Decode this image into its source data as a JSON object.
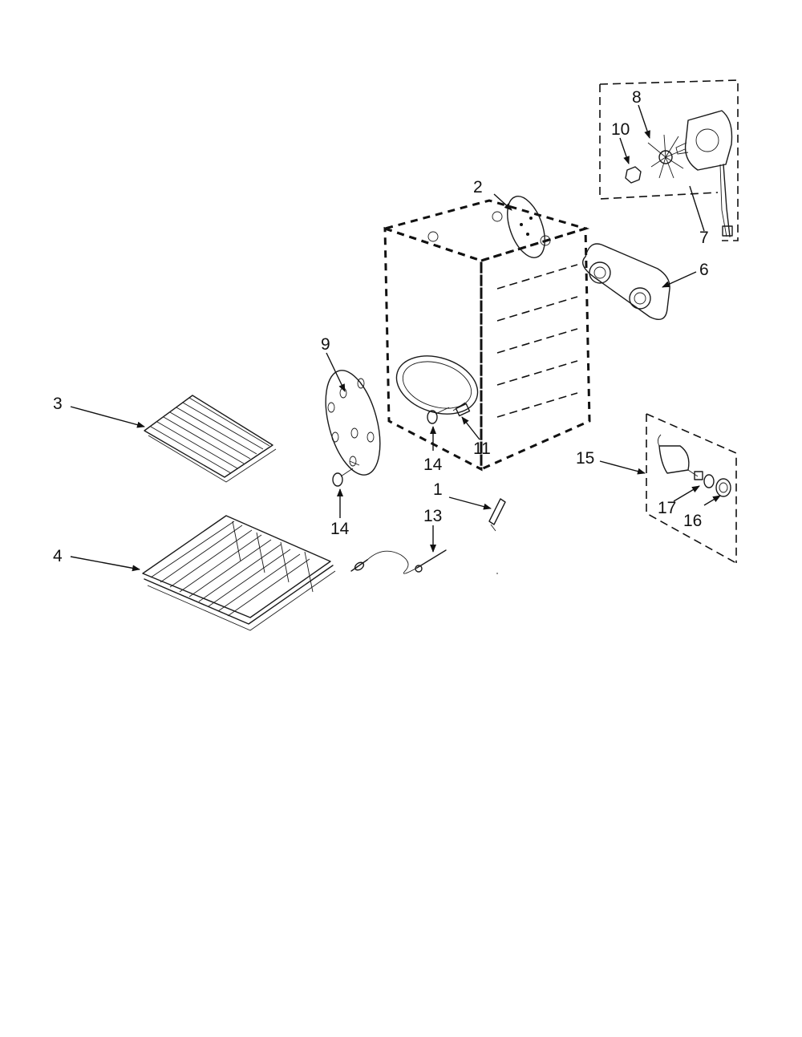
{
  "diagram": {
    "callouts": {
      "c1": "1",
      "c2": "2",
      "c3": "3",
      "c4": "4",
      "c6": "6",
      "c7": "7",
      "c8": "8",
      "c9": "9",
      "c10": "10",
      "c11": "11",
      "c13": "13",
      "c14a": "14",
      "c14b": "14",
      "c15": "15",
      "c16": "16",
      "c17": "17"
    }
  }
}
